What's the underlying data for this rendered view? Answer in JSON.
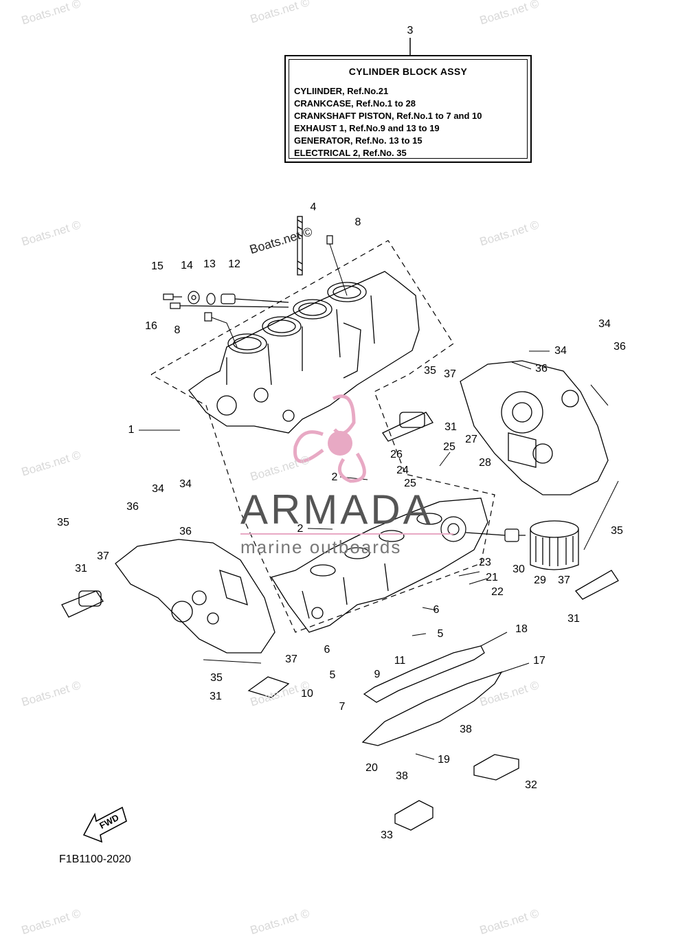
{
  "legend": {
    "ref": "3",
    "title": "CYLINDER BLOCK ASSY",
    "lines": [
      "CYLIINDER, Ref.No.21",
      "CRANKCASE, Ref.No.1 to 28",
      "CRANKSHAFT PISTON, Ref.No.1 to 7 and 10",
      "EXHAUST 1, Ref.No.9 and 13 to 19",
      "GENERATOR, Ref.No. 13 to 15",
      "ELECTRICAL 2, Ref.No. 35"
    ]
  },
  "callouts": [
    "1",
    "2",
    "2",
    "4",
    "5",
    "5",
    "6",
    "6",
    "7",
    "8",
    "8",
    "9",
    "10",
    "11",
    "12",
    "13",
    "14",
    "15",
    "16",
    "17",
    "18",
    "19",
    "20",
    "21",
    "22",
    "23",
    "24",
    "25",
    "25",
    "26",
    "27",
    "28",
    "29",
    "30",
    "31",
    "31",
    "31",
    "31",
    "32",
    "33",
    "34",
    "34",
    "34",
    "34",
    "35",
    "35",
    "35",
    "35",
    "36",
    "36",
    "36",
    "36",
    "37",
    "37",
    "37",
    "37",
    "38",
    "38"
  ],
  "watermark": {
    "text": "Boats.net ©"
  },
  "logo": {
    "name": "ARMADA",
    "tagline": "marine outboards",
    "accent": "#e8a9c4"
  },
  "direction_label": "FWD",
  "diagram_code": "F1B1100-2020"
}
